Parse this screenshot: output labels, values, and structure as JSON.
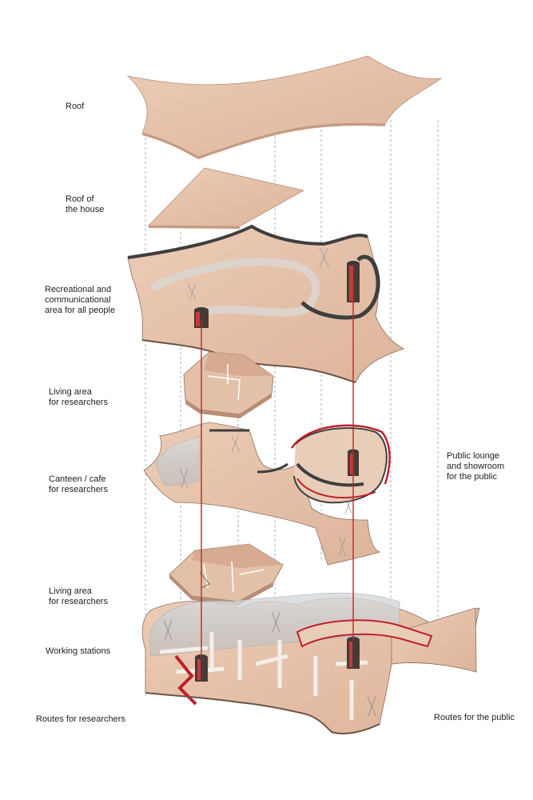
{
  "labels": {
    "roof": "Roof",
    "roof_house": "Roof of\nthe house",
    "recreational": "Recreational and\ncommunicational\narea for all people",
    "living_upper": "Living area\nfor researchers",
    "canteen": "Canteen / cafe\nfor researchers",
    "public_lounge": "Public lounge\nand showroom\nfor the public",
    "living_lower": "Living area\nfor researchers",
    "working": "Working stations",
    "routes_researchers": "Routes for researchers",
    "routes_public": "Routes for the public"
  },
  "colors": {
    "wood": "#e6c4ad",
    "wood_dark": "#cfa68c",
    "wall": "#f2ede8",
    "edge": "#4a4a4a",
    "route": "#d0202a",
    "guide": "#8c8c8c",
    "glass": "#c9ced2"
  }
}
